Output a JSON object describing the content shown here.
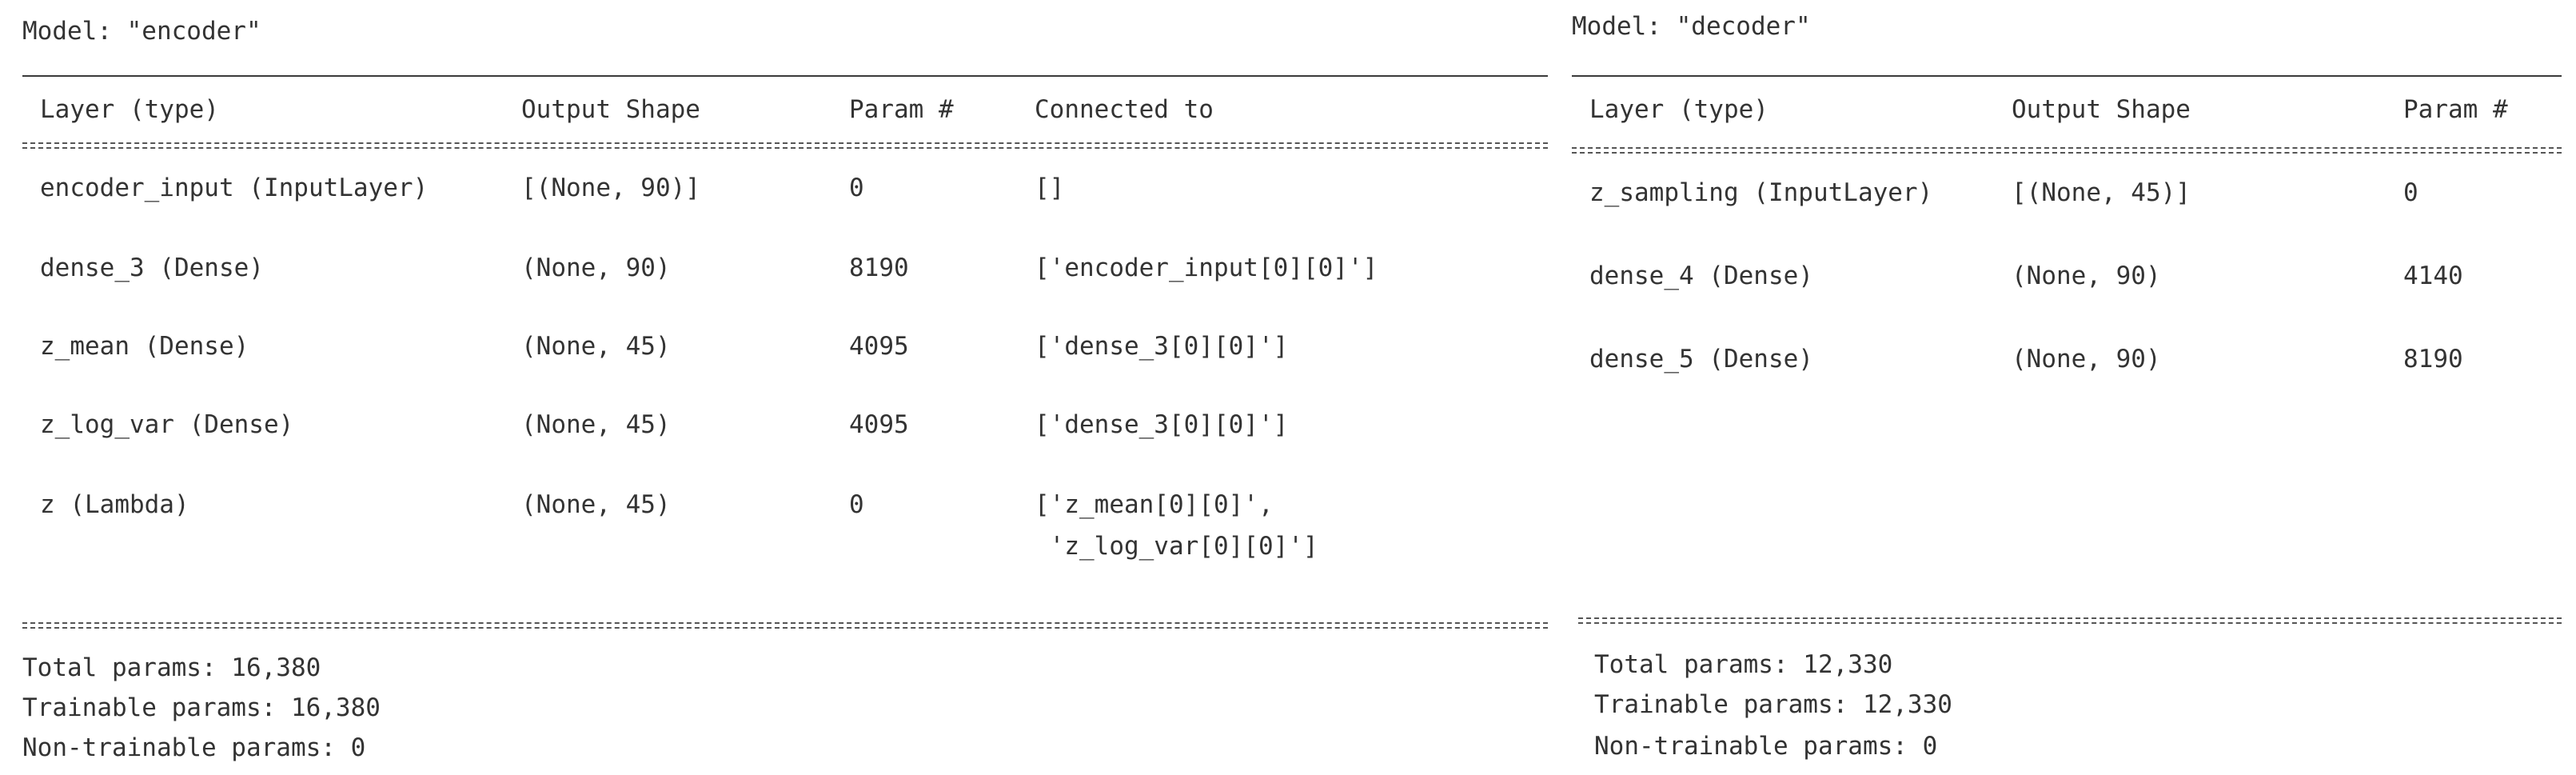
{
  "encoder": {
    "title": "Model: \"encoder\"",
    "headers": {
      "layer": "Layer (type)",
      "shape": "Output Shape",
      "params": "Param #",
      "connected": "Connected to"
    },
    "rows": [
      {
        "layer": "encoder_input (InputLayer)",
        "shape": "[(None, 90)]",
        "params": "0",
        "connected": "[]",
        "connected_cont": ""
      },
      {
        "layer": "dense_3 (Dense)",
        "shape": "(None, 90)",
        "params": "8190",
        "connected": "['encoder_input[0][0]']",
        "connected_cont": ""
      },
      {
        "layer": "z_mean (Dense)",
        "shape": "(None, 45)",
        "params": "4095",
        "connected": "['dense_3[0][0]']",
        "connected_cont": ""
      },
      {
        "layer": "z_log_var (Dense)",
        "shape": "(None, 45)",
        "params": "4095",
        "connected": "['dense_3[0][0]']",
        "connected_cont": ""
      },
      {
        "layer": "z (Lambda)",
        "shape": "(None, 45)",
        "params": "0",
        "connected": "['z_mean[0][0]',",
        "connected_cont": " 'z_log_var[0][0]']"
      }
    ],
    "totals": {
      "total": "Total params: 16,380",
      "trainable": "Trainable params: 16,380",
      "non_trainable": "Non-trainable params: 0"
    }
  },
  "decoder": {
    "title": "Model: \"decoder\"",
    "headers": {
      "layer": "Layer (type)",
      "shape": "Output Shape",
      "params": "Param #"
    },
    "rows": [
      {
        "layer": "z_sampling (InputLayer)",
        "shape": "[(None, 45)]",
        "params": "0"
      },
      {
        "layer": "dense_4 (Dense)",
        "shape": "(None, 90)",
        "params": "4140"
      },
      {
        "layer": "dense_5 (Dense)",
        "shape": "(None, 90)",
        "params": "8190"
      }
    ],
    "totals": {
      "total": "Total params: 12,330",
      "trainable": "Trainable params: 12,330",
      "non_trainable": "Non-trainable params: 0"
    }
  }
}
